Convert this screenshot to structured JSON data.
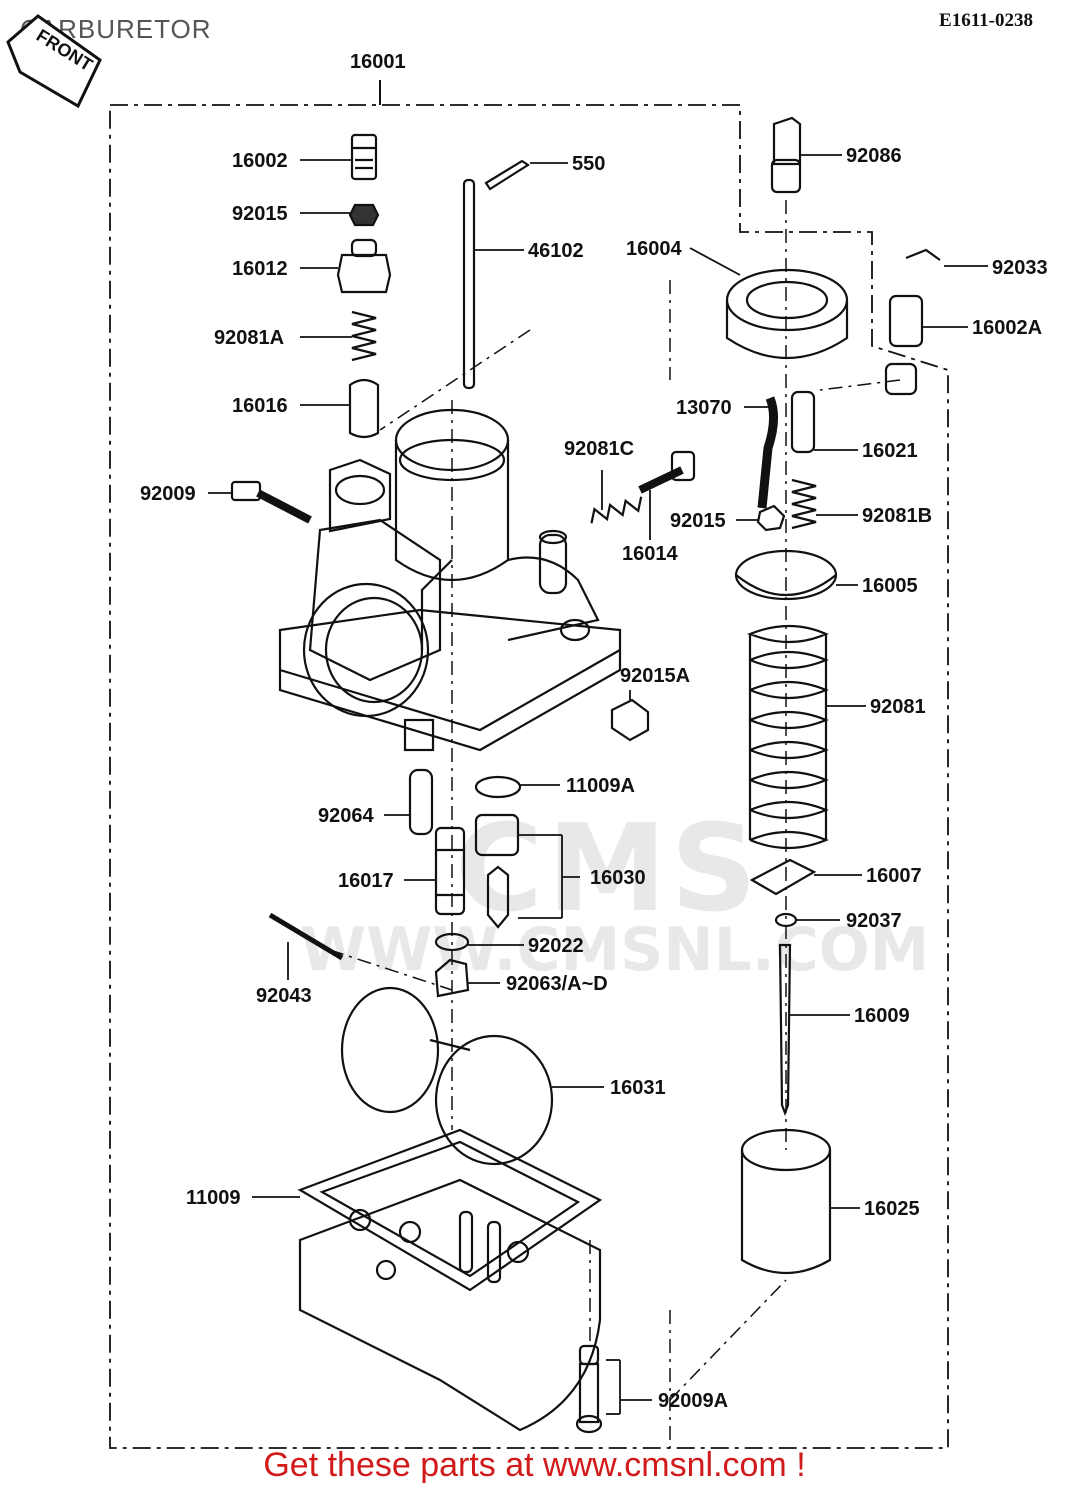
{
  "title": "CARBURETOR",
  "diagram_code": "E1611-0238",
  "front_label": "FRONT",
  "footer": "Get these parts at www.cmsnl.com !",
  "watermark": {
    "logo": "CMS",
    "url": "WWW.CMSNL.COM"
  },
  "colors": {
    "footer": "#d21a1a",
    "ink": "#111111"
  },
  "parts": {
    "p16001": "16001",
    "p16002": "16002",
    "p92015": "92015",
    "p16012": "16012",
    "p92081A": "92081A",
    "p16016": "16016",
    "p92009": "92009",
    "p550": "550",
    "p46102": "46102",
    "p92081C": "92081C",
    "p16014": "16014",
    "p92086": "92086",
    "p92033": "92033",
    "p16002A": "16002A",
    "p16004": "16004",
    "p13070": "13070",
    "p16021": "16021",
    "p92015b": "92015",
    "p92081B": "92081B",
    "p16005": "16005",
    "p92015A": "92015A",
    "p92081": "92081",
    "p11009A": "11009A",
    "p92064": "92064",
    "p16030": "16030",
    "p16017": "16017",
    "p16007": "16007",
    "p92037": "92037",
    "p92022": "92022",
    "p92043": "92043",
    "p92063": "92063/A~D",
    "p16009": "16009",
    "p16031": "16031",
    "p11009": "11009",
    "p16025": "16025",
    "p92009A": "92009A"
  }
}
